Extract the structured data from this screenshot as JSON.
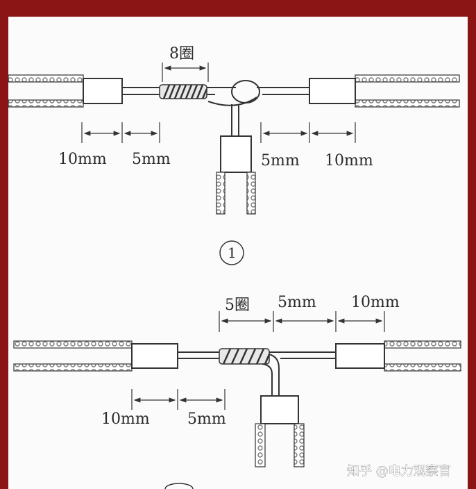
{
  "diagram1": {
    "turns_label": "8圈",
    "left_dim_a": "10mm",
    "left_dim_b": "5mm",
    "right_dim_a": "5mm",
    "right_dim_b": "10mm",
    "figure_number": "1"
  },
  "diagram2": {
    "turns_label": "5圈",
    "top_dim_a": "5mm",
    "top_dim_b": "10mm",
    "left_dim_a": "10mm",
    "left_dim_b": "5mm"
  },
  "watermark": "知乎 @电力观察官",
  "colors": {
    "frame": "#8b1414",
    "panel": "#fbfbfb",
    "line": "#333333",
    "insulation_hatch": "#7a7a7a"
  }
}
